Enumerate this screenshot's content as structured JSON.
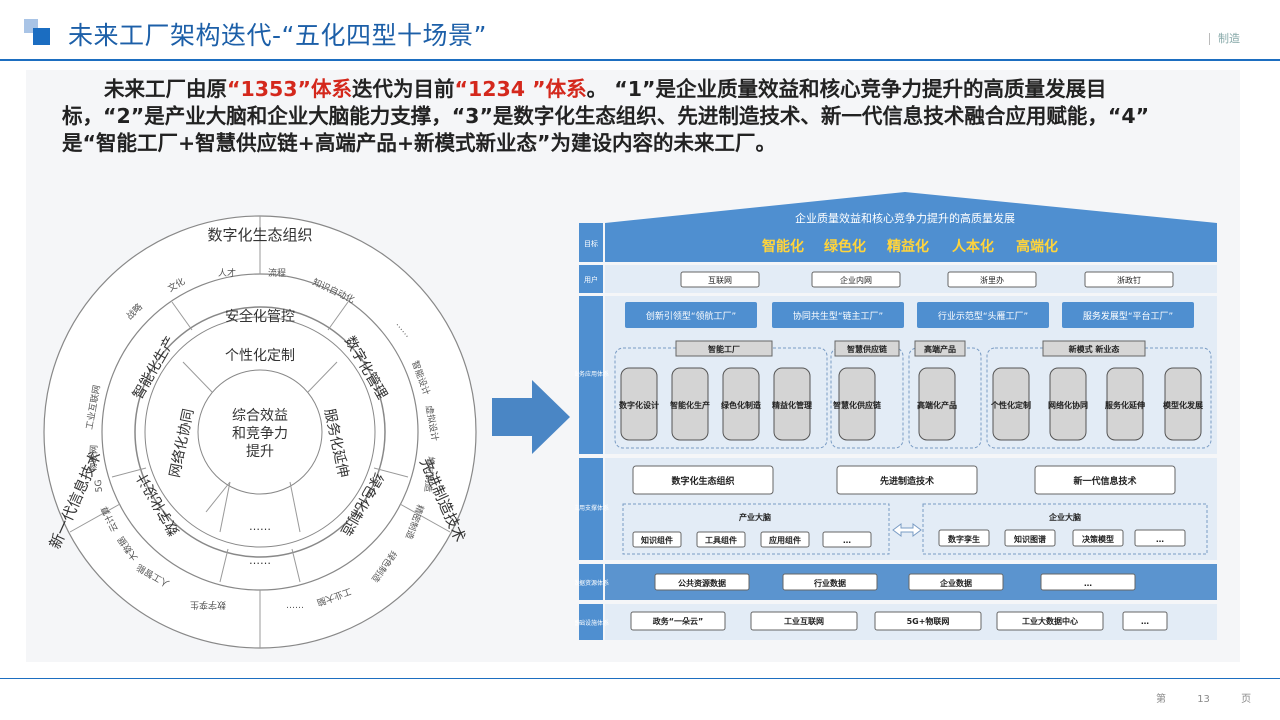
{
  "header": {
    "title": "未来工厂架构迭代-“五化四型十场景”",
    "brand": "制造"
  },
  "intro": {
    "p1": "未来工厂由原",
    "p2": "“1353”体系",
    "p3": "迭代为目前",
    "p4": "“1234 ”体系",
    "p5": "。 “1”是企业质量效益和核心竞争力提升的高质量发展目标，“2”是产业大脑和企业大脑能力支撑，“3”是数字化生态组织、先进制造技术、新一代信息技术融合应用赋能，“4” 是“智能工厂+智慧供应链+高端产品+新模式新业态”为建设内容的未来工厂。"
  },
  "circle": {
    "center": [
      "综合效益",
      "和竞争力",
      "提升"
    ],
    "ring1": [
      "个性化定制",
      "服务化延伸",
      "……",
      "网络化协同"
    ],
    "ring2": [
      "安全化管控",
      "数字化管理",
      "绿色化制造",
      "……",
      "数字化设计",
      "智能化生产"
    ],
    "ring3": [
      "数字化生态组织",
      "先进制造技术",
      "新一代信息技术"
    ],
    "ring3_sub": {
      "eco": [
        "战略",
        "文化",
        "人才",
        "流程",
        "知识自动化"
      ],
      "tech": [
        "智能设计",
        "虚拟设计",
        "增材制造",
        "精密制造",
        "绿色制造"
      ],
      "info": [
        "工业互联网",
        "物联网",
        "5G",
        "云计算",
        "大数据",
        "人工智能"
      ],
      "bottom": [
        "数字孪生",
        "……",
        "工业大脑",
        "……"
      ]
    }
  },
  "arrow": {
    "color": "#4a86c5"
  },
  "arch": {
    "goal": {
      "side": "目标",
      "title": "企业质量效益和核心竞争力提升的高质量发展",
      "keywords": [
        "智能化",
        "绿色化",
        "精益化",
        "人本化",
        "高端化"
      ]
    },
    "users": {
      "side": "用户",
      "items": [
        "互联网",
        "企业内网",
        "浙里办",
        "浙政钉"
      ]
    },
    "biz": {
      "side": "业务应用体系",
      "types": [
        "创新引领型“领航工厂”",
        "协同共生型“链主工厂”",
        "行业示范型“头雁工厂”",
        "服务发展型“平台工厂”"
      ],
      "groups": [
        {
          "label": "智能工厂",
          "items": [
            "数字化设计",
            "智能化生产",
            "绿色化制造",
            "精益化管理"
          ]
        },
        {
          "label": "智慧供应链",
          "items": [
            "智慧化供应链"
          ]
        },
        {
          "label": "高端产品",
          "items": [
            "高端化产品"
          ]
        },
        {
          "label": "新模式 新业态",
          "items": [
            "个性化定制",
            "网络化协同",
            "服务化延伸",
            "模型化发展"
          ]
        }
      ]
    },
    "support": {
      "side": "应用支撑体系",
      "techs": [
        "数字化生态组织",
        "先进制造技术",
        "新一代信息技术"
      ],
      "industry_brain": {
        "label": "产业大脑",
        "items": [
          "知识组件",
          "工具组件",
          "应用组件",
          "…"
        ]
      },
      "enterprise_brain": {
        "label": "企业大脑",
        "items": [
          "数字孪生",
          "知识图谱",
          "决策模型",
          "…"
        ]
      }
    },
    "data": {
      "side": "数据资源体系",
      "items": [
        "公共资源数据",
        "行业数据",
        "企业数据",
        "…"
      ]
    },
    "infra": {
      "side": "基础设施体系",
      "items": [
        "政务“一朵云”",
        "工业互联网",
        "5G+物联网",
        "工业大数据中心",
        "…"
      ]
    }
  },
  "footer": {
    "pre": "第",
    "page": "13",
    "post": "页"
  },
  "colors": {
    "accent": "#1d6ec0",
    "red": "#d4281c",
    "band": "#5b94cf",
    "light_band": "#dfe9f4"
  }
}
